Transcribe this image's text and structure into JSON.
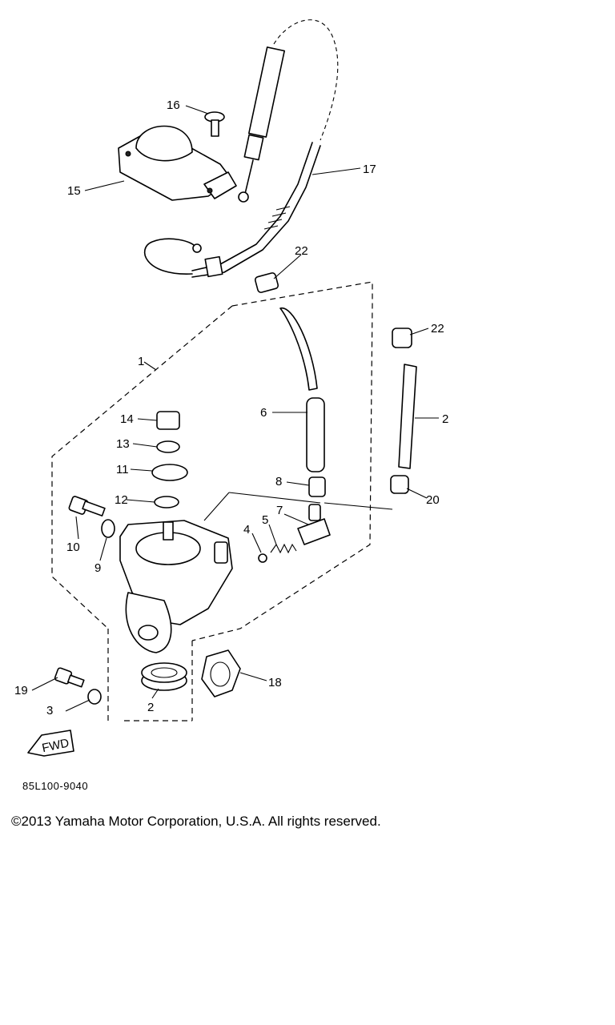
{
  "diagram": {
    "part_numbers": [
      "1",
      "2",
      "2",
      "3",
      "4",
      "5",
      "6",
      "7",
      "8",
      "9",
      "10",
      "11",
      "12",
      "13",
      "14",
      "15",
      "16",
      "17",
      "18",
      "19",
      "20",
      "22",
      "22"
    ],
    "fwd_label": "FWD",
    "drawing_code": "85L100-9040"
  },
  "footer": {
    "copyright": "©2013 Yamaha Motor Corporation, U.S.A. All rights reserved."
  }
}
